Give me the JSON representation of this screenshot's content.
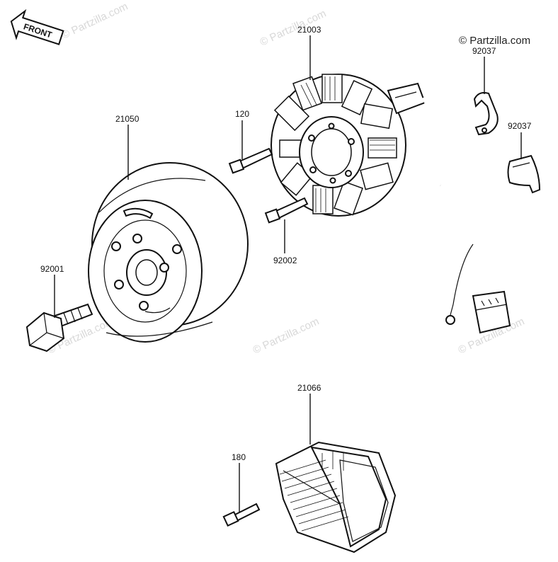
{
  "parts": {
    "front": "FRONT",
    "p21003": "21003",
    "p92037a": "92037",
    "p92037b": "92037",
    "p120": "120",
    "p21050": "21050",
    "p92002": "92002",
    "p92001": "92001",
    "p21066": "21066",
    "p180": "180"
  },
  "watermarks": {
    "main": "© Partzilla.com",
    "corner": "© Partzilla.com"
  }
}
